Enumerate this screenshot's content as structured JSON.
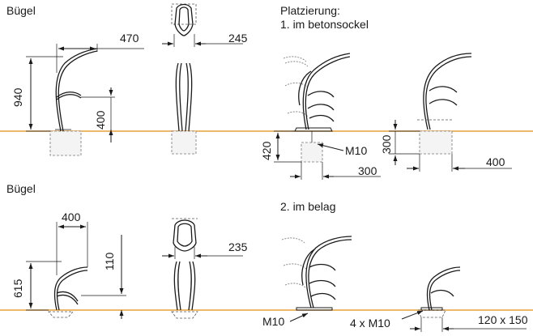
{
  "section_top_title": "Bügel",
  "section_bottom_title": "Bügel",
  "placement_heading": "Platzierung:",
  "option_1": "1. im betonsockel",
  "option_2": "2. im belag",
  "dims_top": {
    "height": "940",
    "reach": "470",
    "lower_height": "400",
    "front_width": "245",
    "foundation_depth": "420",
    "foundation_width": "300",
    "spacing": "400",
    "depth_mark": "300",
    "anchor": "M10"
  },
  "dims_bottom": {
    "height": "615",
    "reach": "400",
    "lower_height": "110",
    "front_width": "235",
    "anchor": "M10",
    "anchors_plate": "4 x M10",
    "plate_size": "120 x 150"
  },
  "colors": {
    "ground_line": "#e8a03a",
    "line": "#1a1a1a"
  }
}
